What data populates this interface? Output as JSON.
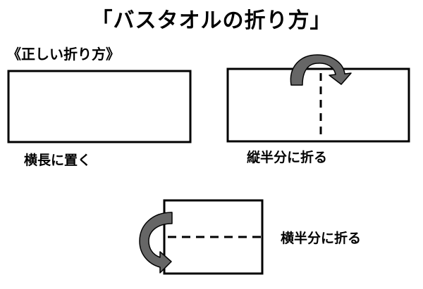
{
  "title": "「バスタオルの折り方」",
  "subtitle": "《正しい折り方》",
  "steps": [
    {
      "caption": "横長に置く"
    },
    {
      "caption": "縦半分に折る"
    },
    {
      "caption": "横半分に折る"
    }
  ],
  "colors": {
    "arrow_fill": "#666666",
    "line": "#000000",
    "background": "#ffffff"
  },
  "icons": {
    "fold_arrow_1": "curved-fold-arrow-icon",
    "fold_arrow_2": "curved-fold-arrow-icon"
  }
}
